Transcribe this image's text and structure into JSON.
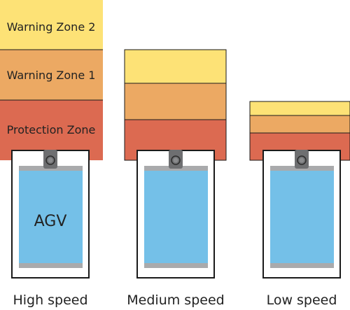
{
  "colors": {
    "warning_zone_2": "#fde276",
    "warning_zone_1": "#eca963",
    "protection_zone": "#dc6a51",
    "agv_body": "#74c0e8",
    "agv_bar": "#a9aaac",
    "scanner": "#6e6f71",
    "outline": "#1a1a1a"
  },
  "zones": {
    "warning_zone_2": "Warning Zone 2",
    "warning_zone_1": "Warning Zone 1",
    "protection_zone": "Protection Zone"
  },
  "agv_label": "AGV",
  "speeds": {
    "high": "High speed",
    "medium": "Medium speed",
    "low": "Low speed"
  },
  "icons": {
    "scanner": "laser-scanner-icon"
  }
}
